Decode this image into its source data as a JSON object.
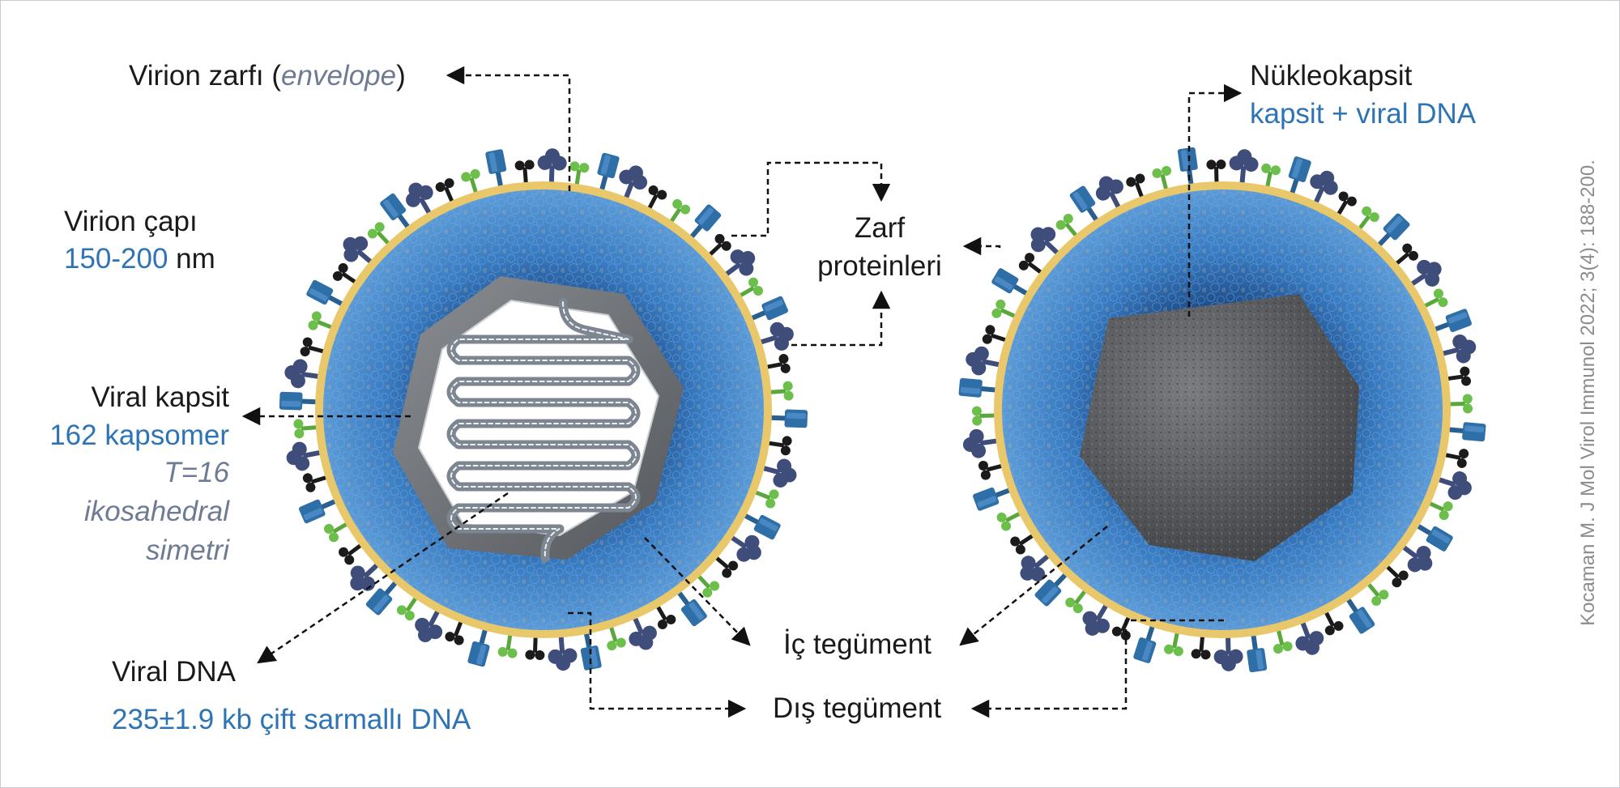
{
  "labels": {
    "envelope_pre": "Virion zarfı (",
    "envelope_italic": "envelope",
    "envelope_post": ")",
    "diameter_title": "Virion çapı",
    "diameter_value": "150-200",
    "diameter_unit": " nm",
    "capsid_title": "Viral kapsit",
    "capsid_count": "162 kapsomer",
    "capsid_t": "T=16",
    "capsid_shape": "ikosahedral",
    "capsid_sym": "simetri",
    "dna_title": "Viral DNA",
    "dna_desc": "235±1.9 kb çift sarmallı DNA",
    "env_proteins_1": "Zarf",
    "env_proteins_2": "proteinleri",
    "nucleocapsid_title": "Nükleokapsit",
    "nucleocapsid_desc": "kapsit + viral DNA",
    "inner_tegument": "İç tegüment",
    "outer_tegument": "Dış tegüment"
  },
  "citation": "Kocaman M. J Mol Virol Immunol 2022; 3(4): 188-200.",
  "colors": {
    "label_black": "#1a1a1a",
    "label_blue": "#2e74b5",
    "label_grey_italic": "#6e7b93",
    "envelope_yellow": "#e8c86a",
    "tegument_blue": "#3c7fc2",
    "capsid_grey": "#6b6e72",
    "protein_dark_blue": "#2f6fa8",
    "protein_navy": "#3f4d7a",
    "protein_green": "#6cbf4a",
    "protein_black": "#1b1b1b"
  }
}
